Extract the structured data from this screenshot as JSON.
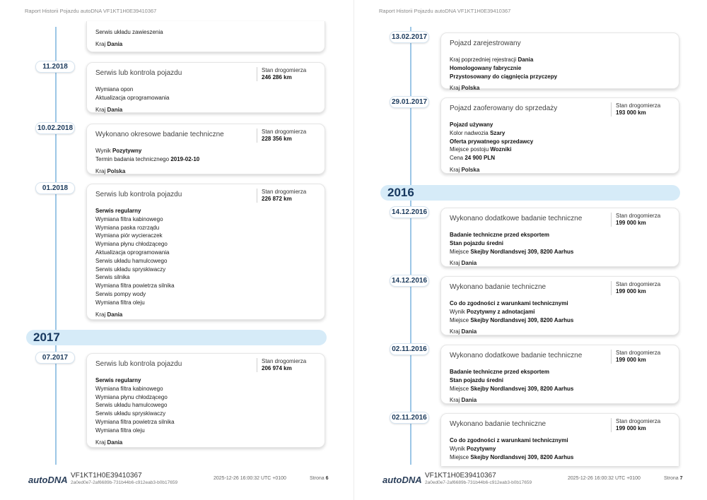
{
  "header_text": "Raport Historii Pojazdu autoDNA VF1KT1H0E39410367",
  "page6": {
    "partial_card": {
      "lines": [
        "Serwis układu zawieszenia"
      ],
      "country_label": "Kraj",
      "country": "Dania"
    },
    "entries": [
      {
        "date": "11.2018",
        "title": "Serwis lub kontrola pojazdu",
        "odo_label": "Stan drogomierza",
        "odo_value": "246 286 km",
        "lines": [
          "Wymiana opon",
          "Aktualizacja oprogramowania"
        ],
        "country_label": "Kraj",
        "country": "Dania"
      },
      {
        "date": "10.02.2018",
        "title": "Wykonano okresowe badanie techniczne",
        "odo_label": "Stan drogomierza",
        "odo_value": "228 356 km",
        "line1_label": "Wynik",
        "line1_value": "Pozytywny",
        "line2_label": "Termin badania technicznego",
        "line2_value": "2019-02-10",
        "country_label": "Kraj",
        "country": "Polska"
      },
      {
        "date": "01.2018",
        "title": "Serwis lub kontrola pojazdu",
        "odo_label": "Stan drogomierza",
        "odo_value": "226 872 km",
        "bold_line": "Serwis regularny",
        "lines": [
          "Wymiana filtra kabinowego",
          "Wymiana paska rozrządu",
          "Wymiana piór wycieraczek",
          "Wymiana płynu chłodzącego",
          "Aktualizacja oprogramowania",
          "Serwis układu hamulcowego",
          "Serwis układu spryskiwaczy",
          "Serwis silnika",
          "Wymiana filtra powietrza silnika",
          "Serwis pompy wody",
          "Wymiana filtra oleju"
        ],
        "country_label": "Kraj",
        "country": "Dania"
      },
      {
        "date": "07.2017",
        "title": "Serwis lub kontrola pojazdu",
        "odo_label": "Stan drogomierza",
        "odo_value": "206 974 km",
        "bold_line": "Serwis regularny",
        "lines": [
          "Wymiana filtra kabinowego",
          "Wymiana płynu chłodzącego",
          "Serwis układu hamulcowego",
          "Serwis układu spryskiwaczy",
          "Wymiana filtra powietrza silnika",
          "Wymiana filtra oleju"
        ],
        "country_label": "Kraj",
        "country": "Dania"
      }
    ],
    "year": "2017",
    "footer": {
      "logo": "autoDNA",
      "vin": "VF1KT1H0E39410367",
      "hash": "2a0ed0e7-2af6689b-731b44b6-c912eab3-b0b17659",
      "timestamp": "2025-12-26 16:00:32 UTC +0100",
      "page_label": "Strona",
      "page_num": "6"
    }
  },
  "page7": {
    "entries": [
      {
        "date": "13.02.2017",
        "title": "Pojazd zarejestrowany",
        "line1_label": "Kraj poprzedniej rejestracji",
        "line1_value": "Dania",
        "bold_lines": [
          "Homologowany fabrycznie",
          "Przystosowany do ciągnięcia przyczepy"
        ],
        "country_label": "Kraj",
        "country": "Polska"
      },
      {
        "date": "29.01.2017",
        "title": "Pojazd zaoferowany do sprzedaży",
        "odo_label": "Stan drogomierza",
        "odo_value": "193 000 km",
        "bold_line1": "Pojazd używany",
        "color_label": "Kolor nadwozia",
        "color_value": "Szary",
        "bold_line2": "Oferta prywatnego sprzedawcy",
        "place_label": "Miejsce postoju",
        "place_value": "Wozniki",
        "price_label": "Cena",
        "price_value": "24 900 PLN",
        "country_label": "Kraj",
        "country": "Polska"
      },
      {
        "date": "14.12.2016",
        "title": "Wykonano dodatkowe badanie techniczne",
        "odo_label": "Stan drogomierza",
        "odo_value": "199 000 km",
        "bold_line1": "Badanie techniczne przed eksportem",
        "bold_line2": "Stan pojazdu średni",
        "place_label": "Miejsce",
        "place_value": "Skejby Nordlandsvej 309, 8200 Aarhus",
        "country_label": "Kraj",
        "country": "Dania"
      },
      {
        "date": "14.12.2016",
        "title": "Wykonano badanie techniczne",
        "odo_label": "Stan drogomierza",
        "odo_value": "199 000 km",
        "bold_line1": "Co do zgodności z warunkami technicznymi",
        "result_label": "Wynik",
        "result_value": "Pozytywny z adnotacjami",
        "place_label": "Miejsce",
        "place_value": "Skejby Nordlandsvej 309, 8200 Aarhus",
        "country_label": "Kraj",
        "country": "Dania"
      },
      {
        "date": "02.11.2016",
        "title": "Wykonano dodatkowe badanie techniczne",
        "odo_label": "Stan drogomierza",
        "odo_value": "199 000 km",
        "bold_line1": "Badanie techniczne przed eksportem",
        "bold_line2": "Stan pojazdu średni",
        "place_label": "Miejsce",
        "place_value": "Skejby Nordlandsvej 309, 8200 Aarhus",
        "country_label": "Kraj",
        "country": "Dania"
      },
      {
        "date": "02.11.2016",
        "title": "Wykonano badanie techniczne",
        "odo_label": "Stan drogomierza",
        "odo_value": "199 000 km",
        "bold_line1": "Co do zgodności z warunkami technicznymi",
        "result_label": "Wynik",
        "result_value": "Pozytywny",
        "place_label": "Miejsce",
        "place_value": "Skejby Nordlandsvej 309, 8200 Aarhus"
      }
    ],
    "year": "2016",
    "footer": {
      "logo": "autoDNA",
      "vin": "VF1KT1H0E39410367",
      "hash": "2a0ed0e7-2af6689b-731b44b6-c912eab3-b0b17659",
      "timestamp": "2025-12-26 16:00:32 UTC +0100",
      "page_label": "Strona",
      "page_num": "7"
    }
  }
}
